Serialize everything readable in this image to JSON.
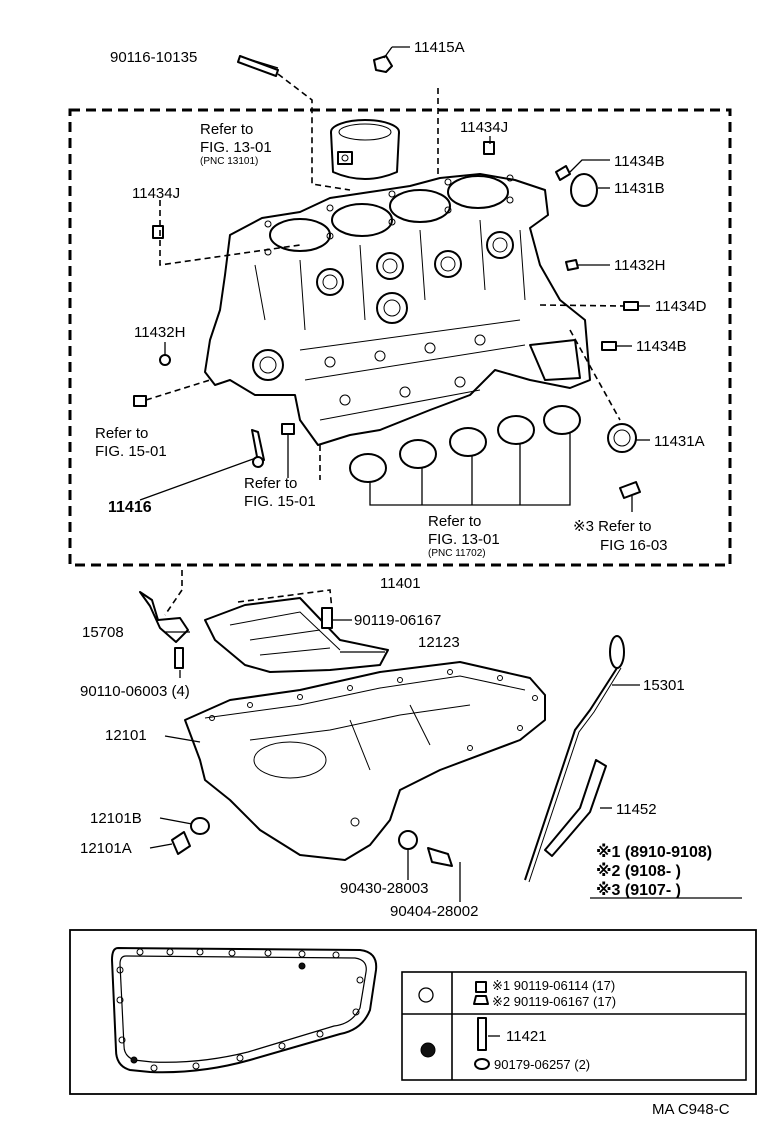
{
  "labels": {
    "p_90116_10135": "90116-10135",
    "p_11415A": "11415A",
    "refer_piston_1": "Refer to",
    "refer_piston_2": "FIG. 13-01",
    "refer_piston_3": "(PNC 13101)",
    "p_11434J_top": "11434J",
    "p_11434B_top": "11434B",
    "p_11431B": "11431B",
    "p_11434J_left": "11434J",
    "p_11432H_right": "11432H",
    "p_11434D": "11434D",
    "p_11432H_left": "11432H",
    "p_11434B_right": "11434B",
    "refer_15_left_1": "Refer to",
    "refer_15_left_2": "FIG. 15-01",
    "p_11431A": "11431A",
    "p_11416": "11416",
    "refer_15_mid_1": "Refer to",
    "refer_15_mid_2": "FIG. 15-01",
    "refer_bearing_1": "Refer to",
    "refer_bearing_2": "FIG. 13-01",
    "refer_bearing_3": "(PNC 11702)",
    "refer_16_1": "※3 Refer to",
    "refer_16_2": "FIG 16-03",
    "p_11401": "11401",
    "p_15708": "15708",
    "p_90119_06167": "90119-06167",
    "p_12123": "12123",
    "p_90110_06003": "90110-06003 (4)",
    "p_15301": "15301",
    "p_12101": "12101",
    "p_11452": "11452",
    "p_12101B": "12101B",
    "p_12101A": "12101A",
    "note_1": "※1 (8910-9108)",
    "note_2": "※2 (9108-      )",
    "note_3": "※3 (9107-      )",
    "p_90430_28003": "90430-28003",
    "p_90404_28002": "90404-28002",
    "legend_a1": "※1 90119-06114 (17)",
    "legend_a2": "※2 90119-06167 (17)",
    "legend_b1": "11421",
    "legend_b2": "90179-06257 (2)",
    "footer_code": "MA C948-C"
  }
}
